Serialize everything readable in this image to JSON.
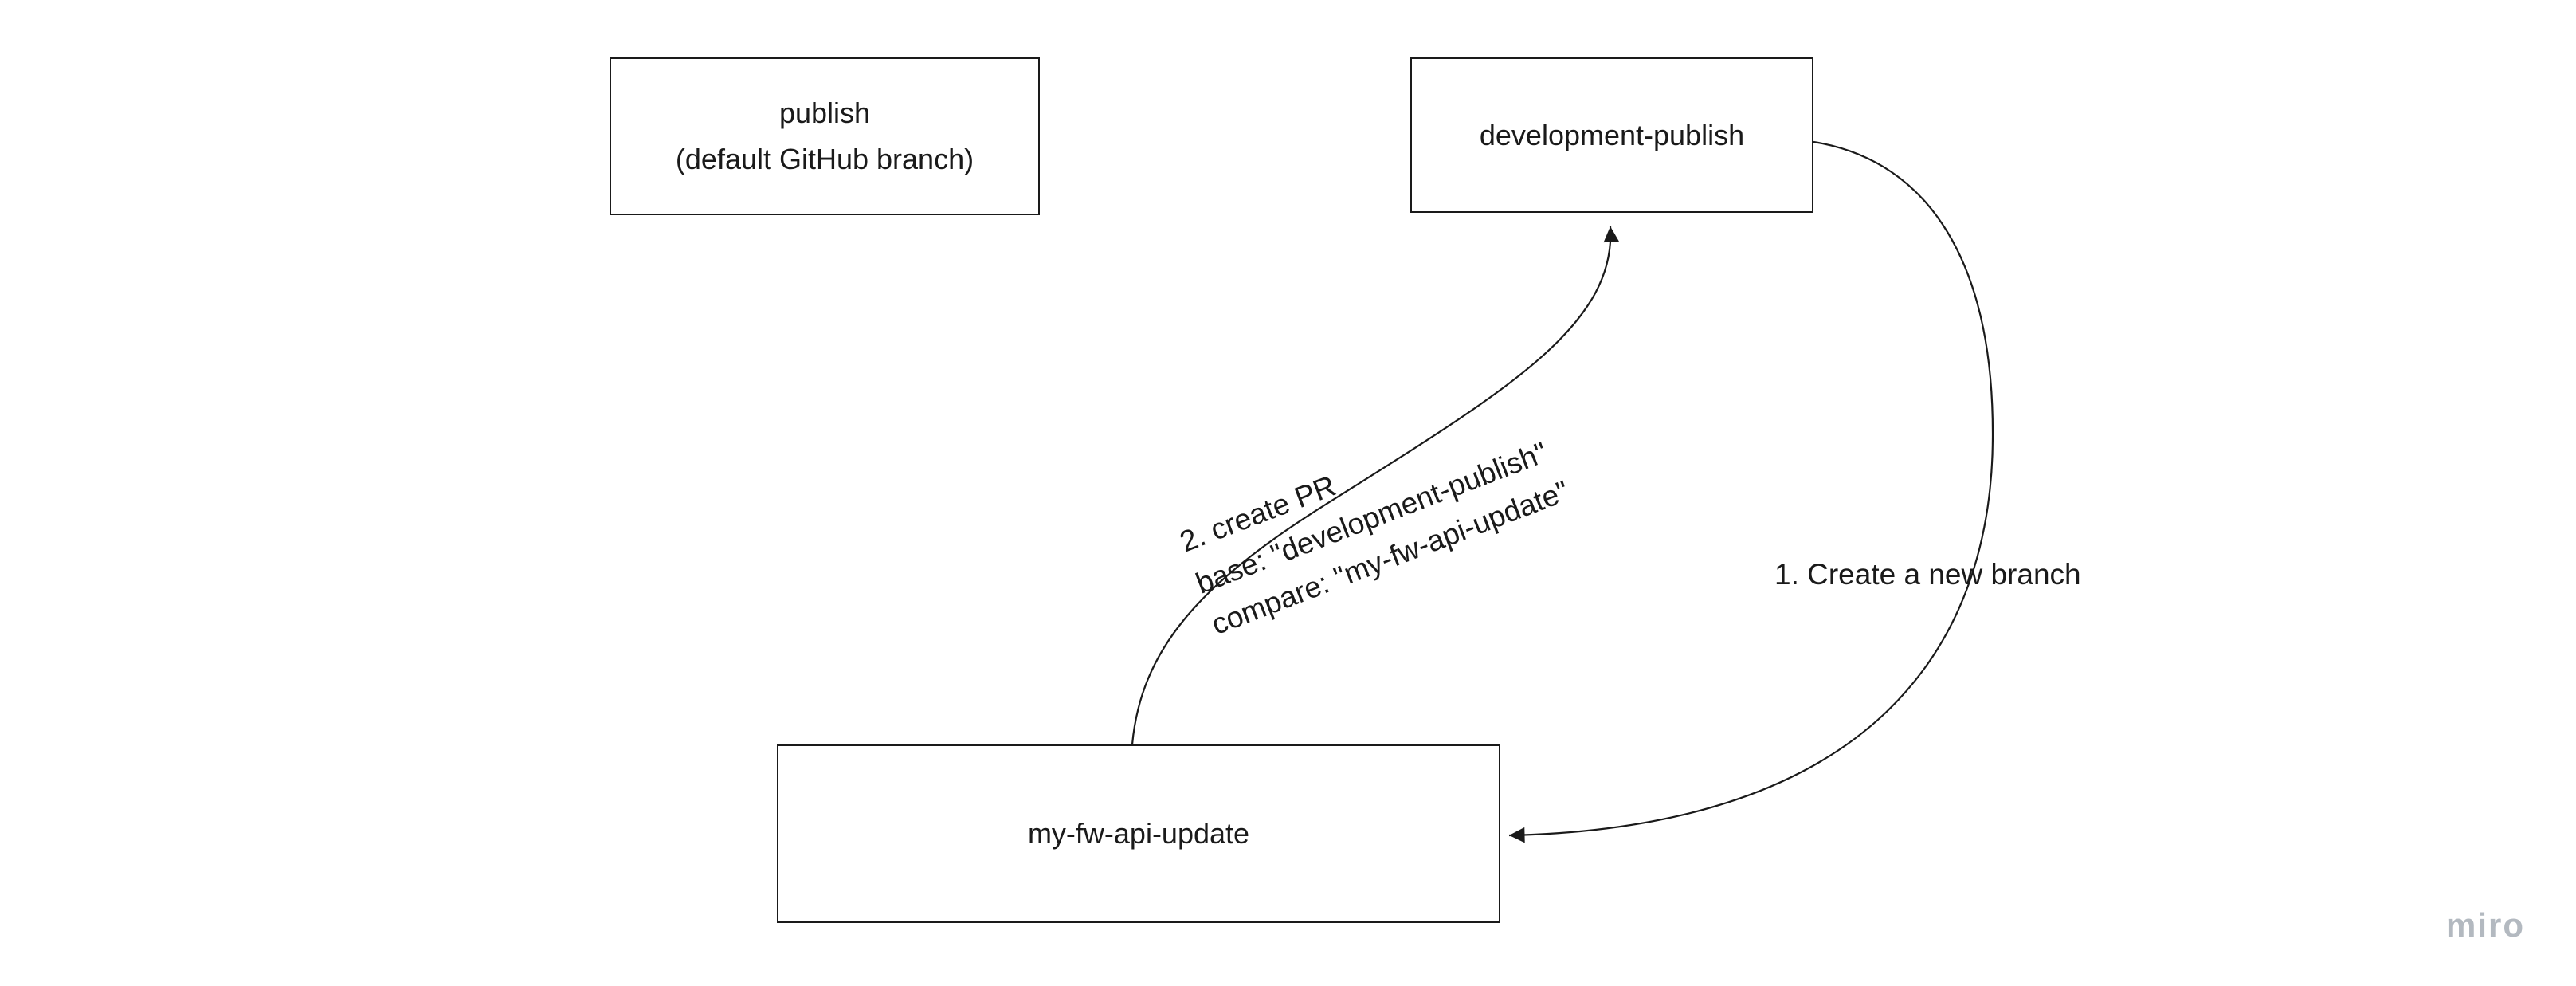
{
  "board": {
    "colors": {
      "shape_border": "#1a1a1a",
      "connector": "#1a1a1a",
      "text": "#1a1a1a",
      "watermark": "#b3b9c0"
    },
    "nodes": [
      {
        "name": "publish",
        "lines": [
          "publish",
          "(default GitHub branch)"
        ]
      },
      {
        "name": "development-publish",
        "lines": [
          "development-publish"
        ]
      },
      {
        "name": "my-fw-api-update",
        "lines": [
          "my-fw-api-update"
        ]
      }
    ],
    "connectors": [
      {
        "name": "create-branch",
        "label": "1. Create a new branch"
      },
      {
        "name": "create-pr",
        "label_lines": [
          "2. create PR",
          "base: \"development-publish\"",
          "compare: \"my-fw-api-update\""
        ]
      }
    ],
    "watermark": "miro"
  }
}
